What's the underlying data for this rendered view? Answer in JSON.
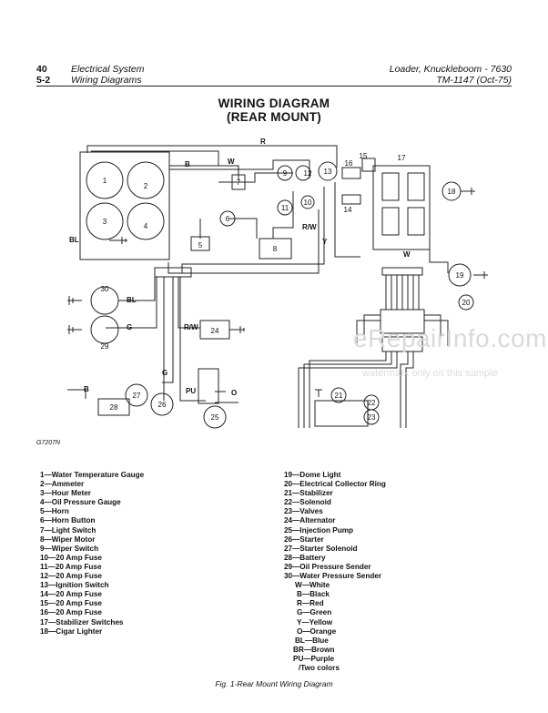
{
  "header": {
    "page_number": "40",
    "section_number": "5-2",
    "section_title": "Electrical System",
    "subsection_title": "Wiring Diagrams",
    "book_title": "Loader, Knuckleboom - 7630",
    "manual_code": "TM-1147  (Oct-75)"
  },
  "diagram": {
    "title_line1": "WIRING DIAGRAM",
    "title_line2": "(REAR MOUNT)",
    "image_code": "G7207N",
    "wire_labels": {
      "r": "R",
      "b": "B",
      "w": "W",
      "g": "G",
      "bl": "BL",
      "rw": "R/W",
      "y": "Y",
      "pu": "PU",
      "o": "O"
    },
    "callouts": [
      "1",
      "2",
      "3",
      "4",
      "5",
      "6",
      "7",
      "8",
      "9",
      "10",
      "11",
      "12",
      "13",
      "14",
      "15",
      "16",
      "17",
      "18",
      "19",
      "20",
      "21",
      "22",
      "23",
      "24",
      "25",
      "26",
      "27",
      "28",
      "29",
      "30"
    ]
  },
  "watermark": {
    "site": "eRepairInfo.com",
    "notice": "watermark only on this sample"
  },
  "legend_left": [
    "1—Water Temperature Gauge",
    "2—Ammeter",
    "3—Hour Meter",
    "4—Oil Pressure Gauge",
    "5—Horn",
    "6—Horn Button",
    "7—Light Switch",
    "8—Wiper Motor",
    "9—Wiper Switch",
    "10—20 Amp Fuse",
    "11—20 Amp Fuse",
    "12—20 Amp Fuse",
    "13—Ignition Switch",
    "14—20 Amp Fuse",
    "15—20 Amp Fuse",
    "16—20 Amp Fuse",
    "17—Stabilizer Switches",
    "18—Cigar Lighter"
  ],
  "legend_right": [
    "19—Dome Light",
    "20—Electrical Collector Ring",
    "21—Stabilizer",
    "22—Solenoid",
    "23—Valves",
    "24—Alternator",
    "25—Injection Pump",
    "26—Starter",
    "27—Starter Solenoid",
    "28—Battery",
    "29—Oil Pressure Sender",
    "30—Water Pressure Sender",
    "W—White",
    "B—Black",
    "R—Red",
    "G—Green",
    "Y—Yellow",
    "O—Orange",
    "BL—Blue",
    "BR—Brown",
    "PU—Purple",
    "/Two colors"
  ],
  "figure_caption": "Fig. 1-Rear Mount Wiring Diagram"
}
